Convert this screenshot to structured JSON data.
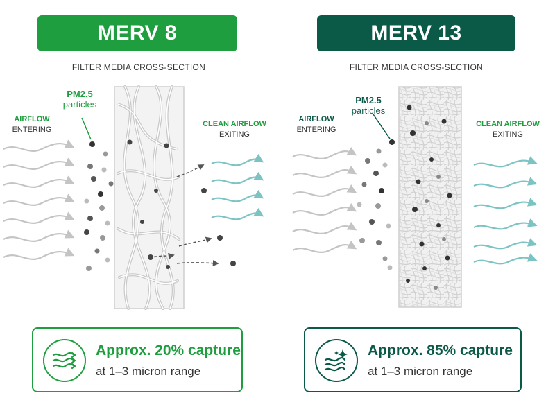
{
  "colors": {
    "merv8": "#1e9e3e",
    "merv13": "#0b5a48",
    "clean_flow": "#7cc4c3",
    "entering_flow": "#c4c4c4"
  },
  "left": {
    "title": "MERV 8",
    "subtitle": "FILTER MEDIA CROSS-SECTION",
    "pm_label": [
      "PM2.5",
      "particles"
    ],
    "in_label": [
      "AIRFLOW",
      "ENTERING"
    ],
    "out_label": [
      "CLEAN AIRFLOW",
      "EXITING"
    ],
    "capture_headline": "Approx. 20% capture",
    "capture_range": "at 1–3 micron range",
    "capture_percent": 20,
    "icon": "airflow-arrows-icon"
  },
  "right": {
    "title": "MERV 13",
    "subtitle": "FILTER MEDIA CROSS-SECTION",
    "pm_label": [
      "PM2.5",
      "particles"
    ],
    "in_label": [
      "AIRFLOW",
      "ENTERING"
    ],
    "out_label": [
      "CLEAN AIRFLOW",
      "EXITING"
    ],
    "capture_headline": "Approx. 85% capture",
    "capture_range": "at 1–3 micron range",
    "capture_percent": 85,
    "icon": "airflow-sparkle-icon"
  }
}
